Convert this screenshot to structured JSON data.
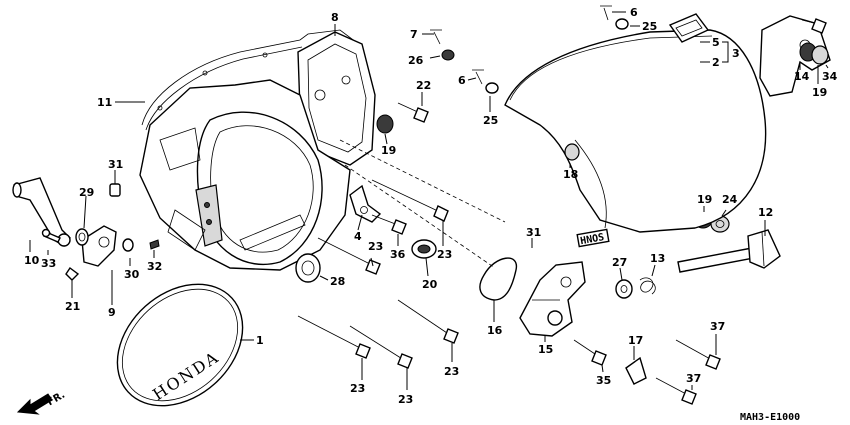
{
  "callouts": [
    {
      "text": "1"
    },
    {
      "text": "2"
    },
    {
      "text": "3"
    },
    {
      "text": "4"
    },
    {
      "text": "5"
    },
    {
      "text": "6"
    },
    {
      "text": "6"
    },
    {
      "text": "7"
    },
    {
      "text": "8"
    },
    {
      "text": "9"
    },
    {
      "text": "10"
    },
    {
      "text": "11"
    },
    {
      "text": "12"
    },
    {
      "text": "13"
    },
    {
      "text": "14"
    },
    {
      "text": "15"
    },
    {
      "text": "16"
    },
    {
      "text": "17"
    },
    {
      "text": "18"
    },
    {
      "text": "19"
    },
    {
      "text": "19"
    },
    {
      "text": "19"
    },
    {
      "text": "20"
    },
    {
      "text": "21"
    },
    {
      "text": "22"
    },
    {
      "text": "23"
    },
    {
      "text": "23"
    },
    {
      "text": "23"
    },
    {
      "text": "23"
    },
    {
      "text": "23"
    },
    {
      "text": "24"
    },
    {
      "text": "25"
    },
    {
      "text": "25"
    },
    {
      "text": "26"
    },
    {
      "text": "27"
    },
    {
      "text": "28"
    },
    {
      "text": "29"
    },
    {
      "text": "30"
    },
    {
      "text": "31"
    },
    {
      "text": "31"
    },
    {
      "text": "32"
    },
    {
      "text": "33"
    },
    {
      "text": "34"
    },
    {
      "text": "35"
    },
    {
      "text": "36"
    },
    {
      "text": "37"
    },
    {
      "text": "37"
    }
  ],
  "brand_text": "HONDA",
  "cover_mark": "HNOS",
  "front_label": "FR.",
  "diagram_code": "MAH3-E1000"
}
